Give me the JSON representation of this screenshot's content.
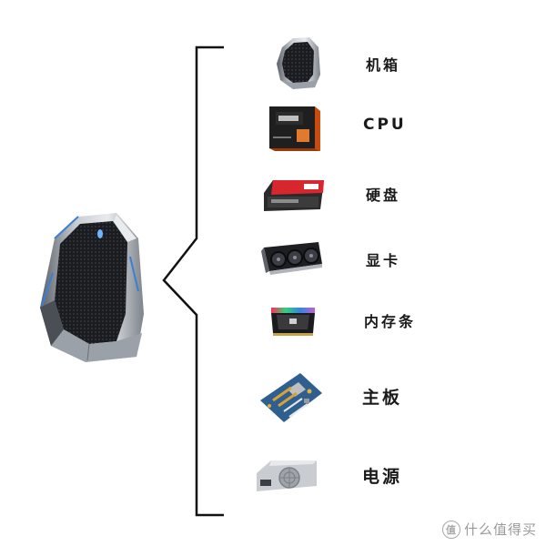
{
  "components": [
    {
      "label": "机箱",
      "icon": "pc-case-icon"
    },
    {
      "label": "CPU",
      "icon": "cpu-box-icon"
    },
    {
      "label": "硬盘",
      "icon": "ssd-icon"
    },
    {
      "label": "显卡",
      "icon": "graphics-card-icon"
    },
    {
      "label": "内存条",
      "icon": "ram-stick-icon"
    },
    {
      "label": "主板",
      "icon": "motherboard-icon"
    },
    {
      "label": "电源",
      "icon": "power-supply-icon"
    }
  ],
  "main_image": {
    "icon": "alienware-desktop-tower-icon"
  },
  "watermark": {
    "badge": "值",
    "text": "什么值得买"
  },
  "colors": {
    "bracket": "#111111",
    "text": "#1a1a1a",
    "watermark": "#9a9a9a",
    "accent_blue": "#3a7fd6"
  }
}
